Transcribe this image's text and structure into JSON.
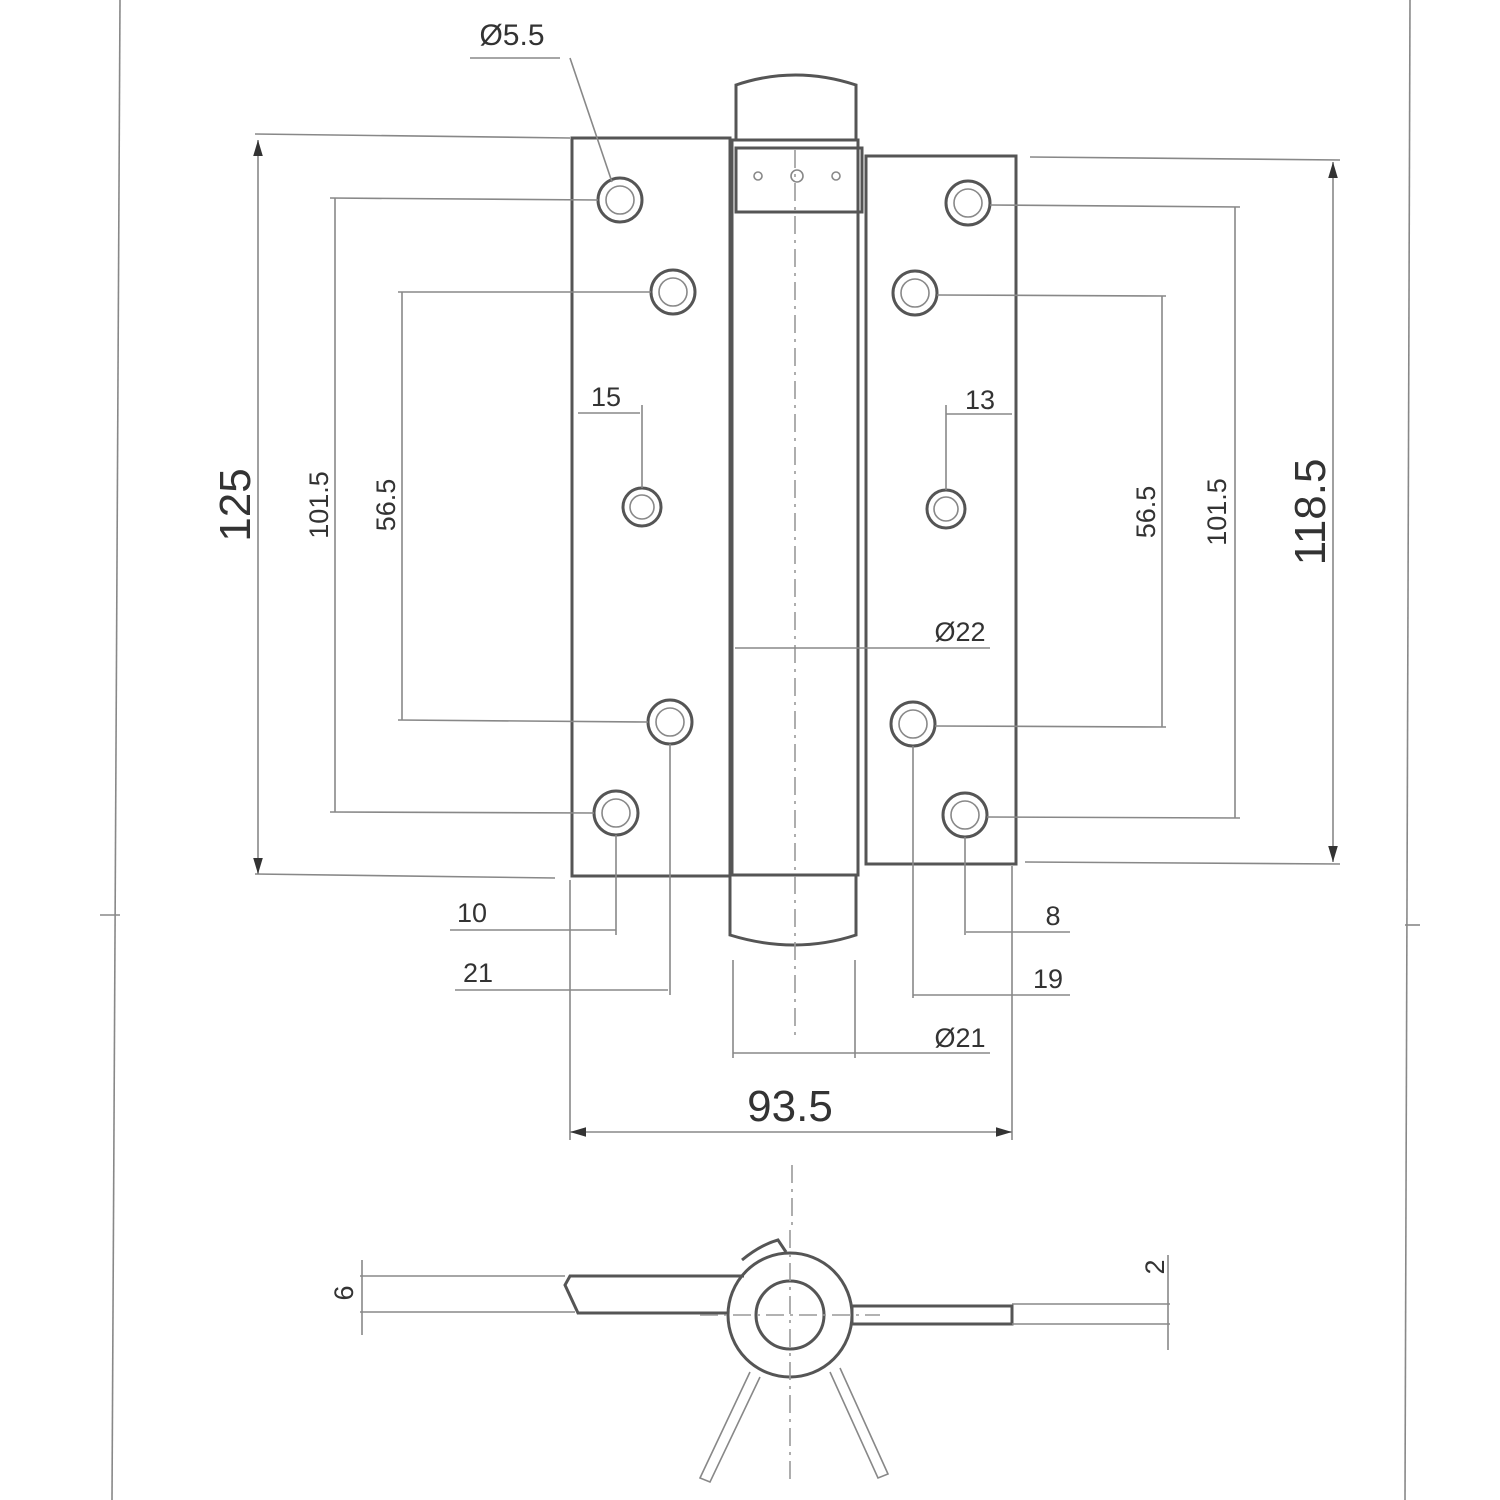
{
  "drawing": {
    "title": "Double action spring hinge",
    "dims": {
      "hole_dia": "Ø5.5",
      "height_left": "125",
      "pitch_outer_left": "101.5",
      "pitch_inner_left": "56.5",
      "pitch_inner_right": "56.5",
      "pitch_outer_right": "101.5",
      "height_right": "118.5",
      "offset_left_center": "15",
      "offset_right_center": "13",
      "barrel_dia": "Ø22",
      "edge_left_outer": "10",
      "edge_left_inner": "21",
      "edge_right_outer": "8",
      "edge_right_inner": "19",
      "pin_dia": "Ø21",
      "total_width": "93.5",
      "thickness_left": "6",
      "thickness_right": "2"
    }
  }
}
